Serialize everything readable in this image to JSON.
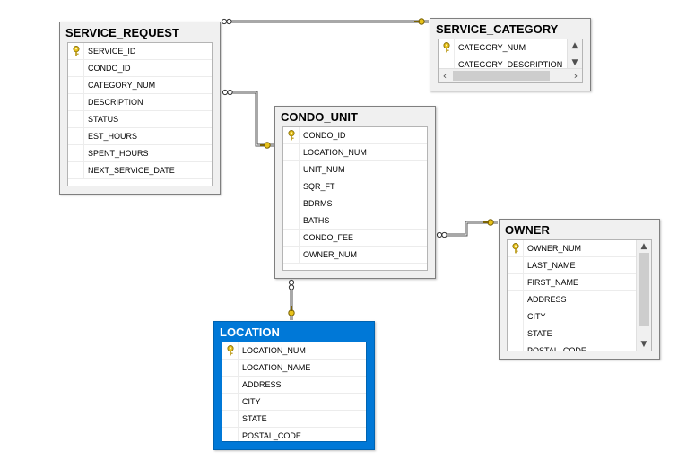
{
  "tables": {
    "service_request": {
      "name": "SERVICE_REQUEST",
      "columns": [
        "SERVICE_ID",
        "CONDO_ID",
        "CATEGORY_NUM",
        "DESCRIPTION",
        "STATUS",
        "EST_HOURS",
        "SPENT_HOURS",
        "NEXT_SERVICE_DATE"
      ],
      "primary_key": "SERVICE_ID"
    },
    "service_category": {
      "name": "SERVICE_CATEGORY",
      "columns": [
        "CATEGORY_NUM",
        "CATEGORY_DESCRIPTION"
      ],
      "primary_key": "CATEGORY_NUM"
    },
    "condo_unit": {
      "name": "CONDO_UNIT",
      "columns": [
        "CONDO_ID",
        "LOCATION_NUM",
        "UNIT_NUM",
        "SQR_FT",
        "BDRMS",
        "BATHS",
        "CONDO_FEE",
        "OWNER_NUM"
      ],
      "primary_key": "CONDO_ID"
    },
    "owner": {
      "name": "OWNER",
      "columns": [
        "OWNER_NUM",
        "LAST_NAME",
        "FIRST_NAME",
        "ADDRESS",
        "CITY",
        "STATE",
        "POSTAL_CODE"
      ],
      "primary_key": "OWNER_NUM"
    },
    "location": {
      "name": "LOCATION",
      "columns": [
        "LOCATION_NUM",
        "LOCATION_NAME",
        "ADDRESS",
        "CITY",
        "STATE",
        "POSTAL_CODE"
      ],
      "primary_key": "LOCATION_NUM"
    }
  },
  "selected_table": "location",
  "icons": {
    "primary_key": "key-icon",
    "relationship_many": "infinity-icon",
    "relationship_one": "key-icon",
    "scroll_up": "chevron-up-icon",
    "scroll_down": "chevron-down-icon",
    "scroll_left": "chevron-left-icon",
    "scroll_right": "chevron-right-icon"
  },
  "colors": {
    "selection": "#0078d7",
    "key": "#e8c21a",
    "title_bar": "#f0f0f0"
  }
}
